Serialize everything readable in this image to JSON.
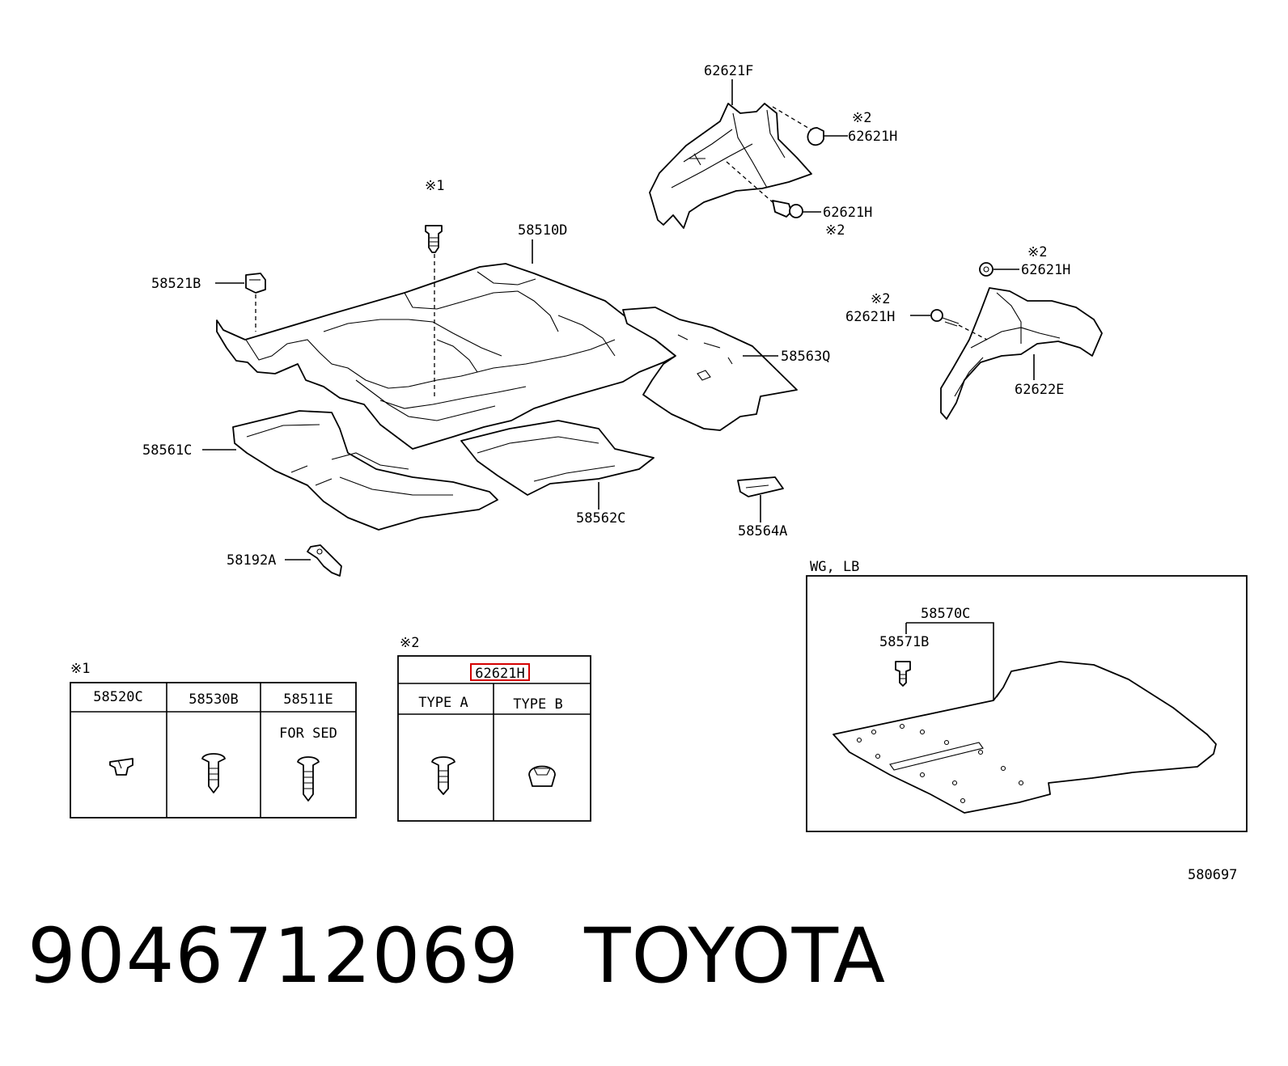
{
  "labels": {
    "p62621F": "62621F",
    "p62621H_a": "62621H",
    "p62621H_b": "62621H",
    "p62621H_c": "62621H",
    "p62621H_d": "62621H",
    "p58510D": "58510D",
    "p58521B": "58521B",
    "p58563Q": "58563Q",
    "p62622E": "62622E",
    "p58561C": "58561C",
    "p58562C": "58562C",
    "p58564A": "58564A",
    "p58192A": "58192A",
    "mark1_top": "※1",
    "mark2_a": "※2",
    "mark2_b": "※2",
    "mark2_c": "※2",
    "mark2_d": "※2"
  },
  "table1": {
    "mark": "※1",
    "cols": [
      "58520C",
      "58530B",
      "58511E"
    ],
    "note": "FOR SED"
  },
  "table2": {
    "mark": "※2",
    "header": "62621H",
    "cols": [
      "TYPE A",
      "TYPE B"
    ]
  },
  "inset": {
    "title": "WG, LB",
    "part_a": "58570C",
    "part_b": "58571B"
  },
  "diagram_code": "580697",
  "caption": {
    "part_number": "9046712069",
    "brand": "TOYOTA"
  },
  "colors": {
    "line": "#000000",
    "highlight": "#d40000",
    "background": "#ffffff"
  }
}
